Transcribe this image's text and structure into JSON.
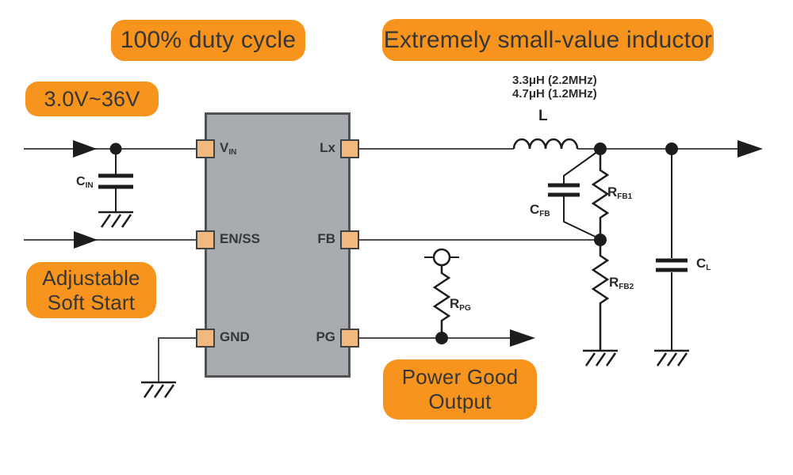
{
  "badges": {
    "duty_cycle": "100% duty cycle",
    "small_inductor": "Extremely small-value inductor",
    "input_voltage": "3.0V~36V",
    "soft_start": {
      "line1": "Adjustable",
      "line2": "Soft Start"
    },
    "power_good": {
      "line1": "Power Good",
      "line2": "Output"
    }
  },
  "ic": {
    "pins": {
      "vin": {
        "main": "V",
        "sub": "IN"
      },
      "lx": {
        "main": "Lx",
        "sub": ""
      },
      "en_ss": {
        "main": "EN/SS",
        "sub": ""
      },
      "fb": {
        "main": "FB",
        "sub": ""
      },
      "gnd": {
        "main": "GND",
        "sub": ""
      },
      "pg": {
        "main": "PG",
        "sub": ""
      }
    }
  },
  "components": {
    "cin": {
      "main": "C",
      "sub": "IN"
    },
    "inductor": {
      "name": "L",
      "value_line1": "3.3μH (2.2MHz)",
      "value_line2": "4.7μH (1.2MHz)"
    },
    "cfb": {
      "main": "C",
      "sub": "FB"
    },
    "rfb1": {
      "main": "R",
      "sub": "FB1"
    },
    "rfb2": {
      "main": "R",
      "sub": "FB2"
    },
    "rpg": {
      "main": "R",
      "sub": "PG"
    },
    "cl": {
      "main": "C",
      "sub": "L"
    }
  },
  "colors": {
    "badge_orange": "#f7941e",
    "ic_gray": "#a8abaf",
    "pin_tan": "#f1b97d",
    "wire_gray": "#4b4c4e",
    "component_black": "#1d1d1f"
  }
}
